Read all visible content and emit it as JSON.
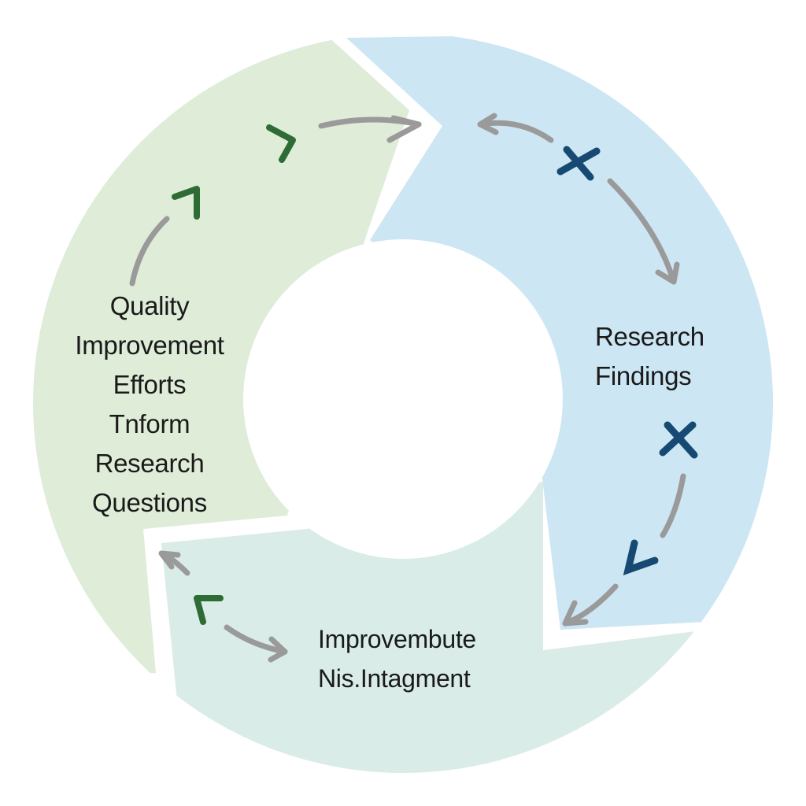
{
  "colors": {
    "background": "#ffffff",
    "segment_green": "#deecd8",
    "segment_blue": "#cce6f3",
    "segment_teal": "#d9ece8",
    "arrow_gray": "#9a9a9a",
    "chevron_green": "#2f6b35",
    "cross_navy": "#174a73"
  },
  "segments": {
    "left": {
      "lines": [
        "Quality",
        "Improvement",
        "Efforts",
        "Tnform",
        "Research",
        "Questions"
      ]
    },
    "right": {
      "lines": [
        "Research",
        "Findings"
      ]
    },
    "bottom": {
      "lines": [
        "Improvembute",
        "Nis.Intagment"
      ]
    }
  },
  "icons": [
    "chevron-icon",
    "cross-icon",
    "curved-arrow-icon"
  ]
}
